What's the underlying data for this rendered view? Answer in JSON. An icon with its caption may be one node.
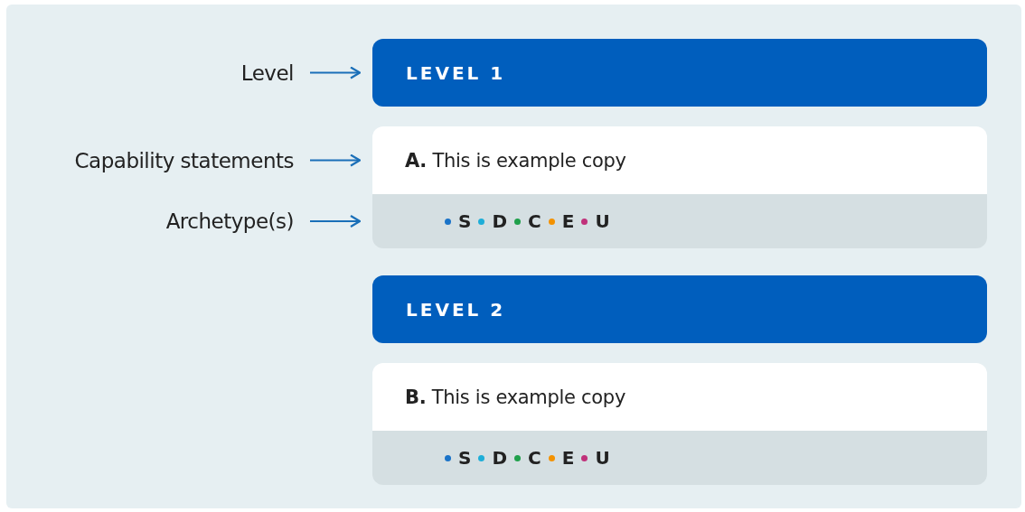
{
  "diagram": {
    "nodes": [
      {
        "text": [
          "Level"
        ]
      },
      {
        "text": [
          "LEVEL 1"
        ]
      },
      {
        "text": [
          "Capability statements"
        ]
      },
      {
        "text": [
          "**A.** This is example copy"
        ]
      },
      {
        "text": [
          "Archetype(s)"
        ]
      },
      {
        "text": [
          "S",
          "D",
          "C",
          "E",
          "U"
        ]
      },
      {
        "text": [
          "LEVEL 2"
        ]
      },
      {
        "text": [
          "**B.** This is example copy"
        ]
      },
      {
        "text": [
          "S",
          "D",
          "C",
          "E",
          "U"
        ]
      }
    ],
    "edges": [
      {
        "from": 0,
        "to": 1,
        "arrow": "to"
      },
      {
        "from": 2,
        "to": 3,
        "arrow": "to"
      },
      {
        "from": 4,
        "to": 5,
        "arrow": "to"
      }
    ]
  }
}
